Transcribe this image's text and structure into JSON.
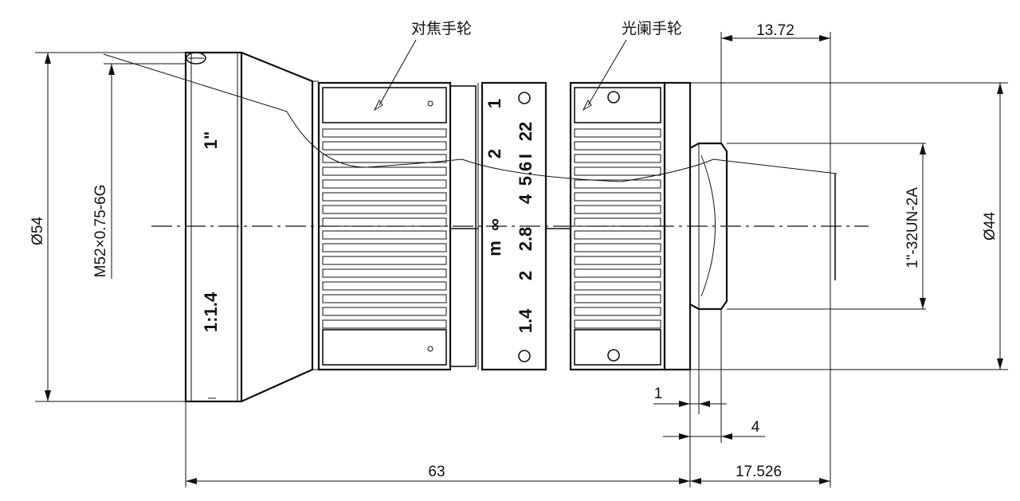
{
  "labels": {
    "focus_ring": "对焦手轮",
    "iris_ring": "光阑手轮"
  },
  "dimensions": {
    "d54": "Ø54",
    "m52": "M52×0.75-6G",
    "d44": "Ø44",
    "mount": "1\"-32UN-2A",
    "len63": "63",
    "len17526": "17.526",
    "len1372": "13.72",
    "len1": "1",
    "len4": "4"
  },
  "hood_markings": {
    "format": "1\"",
    "aperture": "1:1.4"
  },
  "scales": {
    "focus_unit": "m",
    "focus_inf": "∞",
    "focus_values": [
      "1",
      "2",
      "2.8",
      "2",
      "1.4"
    ],
    "aperture_values": [
      "22",
      "I",
      "5.6",
      "4"
    ]
  },
  "colors": {
    "line": "#111111",
    "background": "#ffffff"
  }
}
